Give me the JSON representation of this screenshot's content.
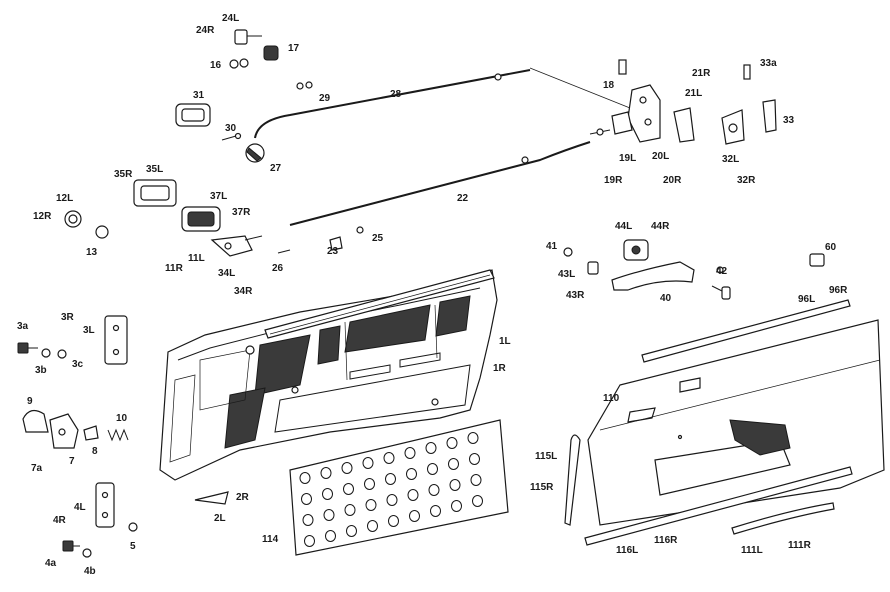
{
  "labels": {
    "p24L": "24L",
    "p24R": "24R",
    "p16": "16",
    "p17": "17",
    "p18": "18",
    "p21R": "21R",
    "p33a": "33a",
    "p21L": "21L",
    "p33": "33",
    "p28": "28",
    "p29": "29",
    "p31": "31",
    "p30": "30",
    "p27": "27",
    "p19L": "19L",
    "p20L": "20L",
    "p32L": "32L",
    "p19R": "19R",
    "p20R": "20R",
    "p32R": "32R",
    "p35R": "35R",
    "p35L": "35L",
    "p22": "22",
    "p12L": "12L",
    "p12R": "12R",
    "p13": "13",
    "p37L": "37L",
    "p37R": "37R",
    "p11L": "11L",
    "p11R": "11R",
    "p34L": "34L",
    "p34R": "34R",
    "p26": "26",
    "p23": "23",
    "p25": "25",
    "p44L": "44L",
    "p44R": "44R",
    "p41": "41",
    "p43L": "43L",
    "p43R": "43R",
    "p42": "42",
    "p40": "40",
    "p60": "60",
    "p96R": "96R",
    "p96L": "96L",
    "p3R": "3R",
    "p3L": "3L",
    "p3a": "3a",
    "p3b": "3b",
    "p3c": "3c",
    "p1L": "1L",
    "p1R": "1R",
    "p9": "9",
    "p10": "10",
    "p7a": "7a",
    "p7": "7",
    "p8": "8",
    "p110": "110",
    "p115L": "115L",
    "p115R": "115R",
    "p2R": "2R",
    "p2L": "2L",
    "p4L": "4L",
    "p4R": "4R",
    "p5": "5",
    "p4a": "4a",
    "p4b": "4b",
    "p114": "114",
    "p116L": "116L",
    "p116R": "116R",
    "p111L": "111L",
    "p111R": "111R"
  }
}
